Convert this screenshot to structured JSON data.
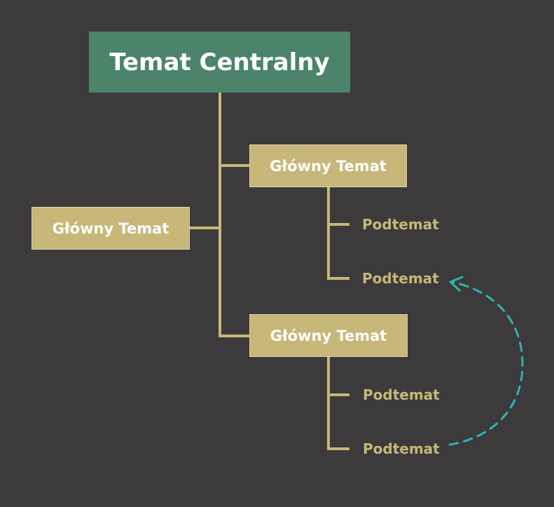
{
  "mindmap": {
    "central_topic": "Temat Centralny",
    "main_topics": [
      {
        "label": "Główny Temat"
      },
      {
        "label": "Główny Temat"
      },
      {
        "label": "Główny Temat"
      }
    ],
    "subtopics": [
      {
        "label": "Podtemat"
      },
      {
        "label": "Podtemat"
      },
      {
        "label": "Podtemat"
      },
      {
        "label": "Podtemat"
      }
    ]
  },
  "colors": {
    "background": "#3c3a3b",
    "central_fill": "#4b8469",
    "main_fill": "#c7b778",
    "connector": "#c7b778",
    "relationship": "#2fb3b0"
  }
}
